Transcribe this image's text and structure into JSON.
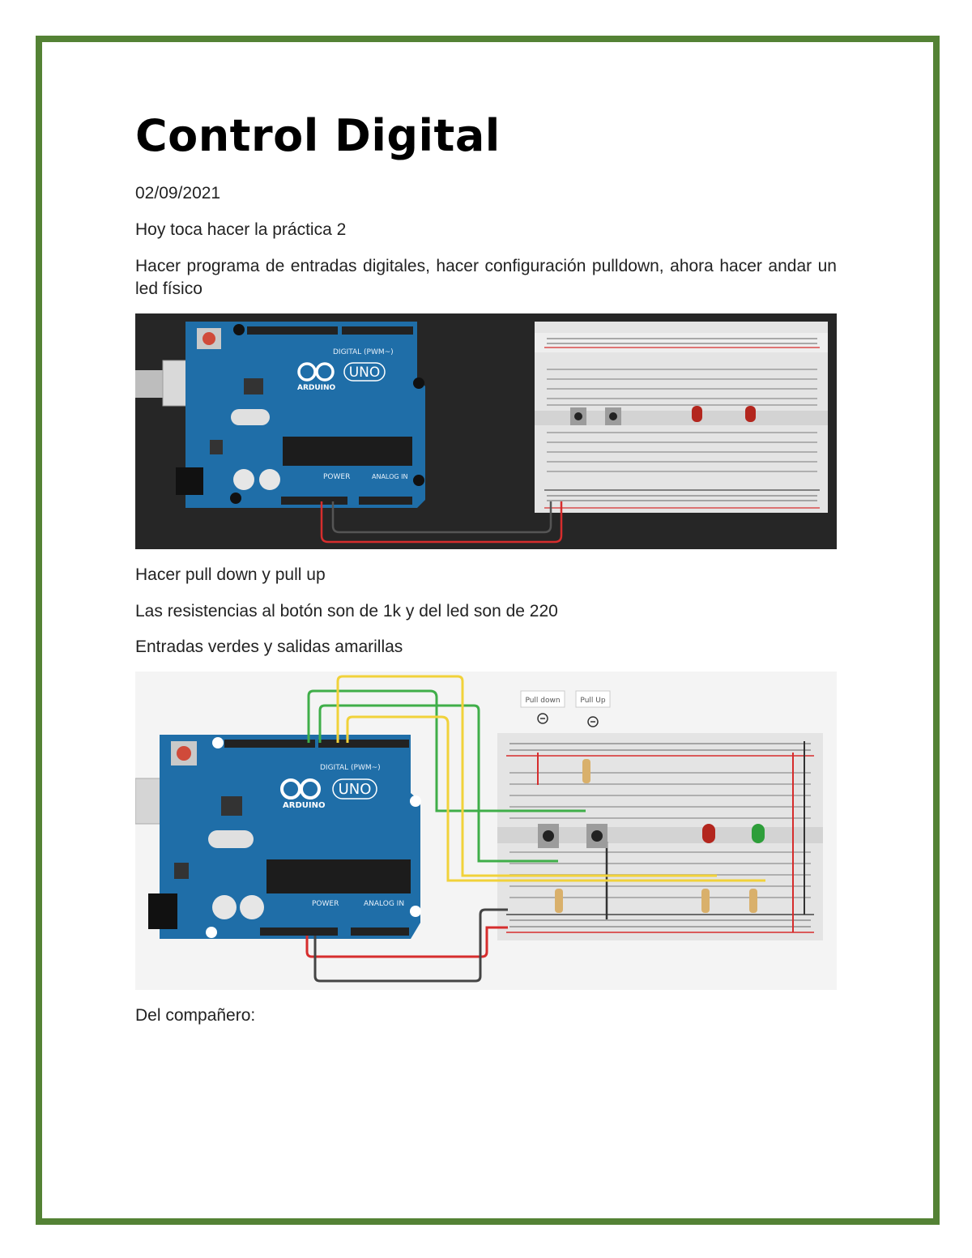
{
  "document": {
    "title": "Control Digital",
    "date": "02/09/2021",
    "paragraphs": {
      "p1": "Hoy toca hacer la práctica 2",
      "p2": "Hacer programa de entradas digitales, hacer configuración pulldown, ahora hacer andar un led físico",
      "p3": "Hacer pull down y pull up",
      "p4": "Las resistencias al botón son de 1k y del led son de 220",
      "p5": "Entradas verdes y salidas amarillas",
      "p6": "Del compañero:"
    },
    "figure1": {
      "board_logo": "UNO",
      "board_brand": "ARDUINO",
      "digital_label": "DIGITAL (PWM~)",
      "power_label": "POWER",
      "analog_label": "ANALOG IN"
    },
    "figure2": {
      "board_logo": "UNO",
      "board_brand": "ARDUINO",
      "digital_label": "DIGITAL (PWM~)",
      "power_label": "POWER",
      "analog_label": "ANALOG IN",
      "label_pull_down": "Pull down",
      "label_pull_up": "Pull Up"
    }
  },
  "colors": {
    "border": "#548235",
    "board": "#1f6ea8",
    "wire_green": "#3fae49",
    "wire_yellow": "#f1d23a",
    "wire_red": "#d62d2d",
    "led_red": "#b3261e",
    "led_green": "#2e9e3a"
  }
}
